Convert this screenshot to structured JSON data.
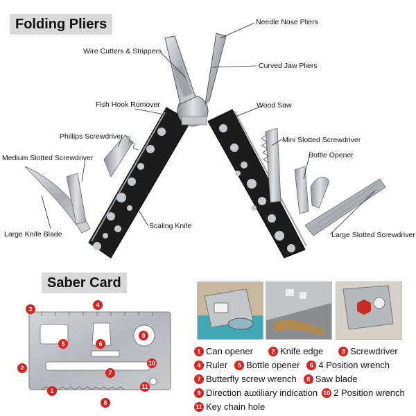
{
  "folding": {
    "title": "Folding Pliers",
    "labels": {
      "needle_nose": "Needle Nose Pliers",
      "wire_cutters": "Wire Cutters & Strippers",
      "curved_jaw": "Curved Jaw Pliers",
      "fish_hook": "Fish Hook Romover",
      "wood_saw": "Wood Saw",
      "phillips": "Phillips Screwdriver",
      "mini_slotted": "Mini Slotted Screwdriver",
      "medium_slotted": "Medium Slotted Screwdriver",
      "bottle_opener": "Bottle Opener",
      "large_knife": "Large Knife Blade",
      "scaling_knife": "Scaling Knife",
      "large_slotted": "Large Slotted Screwdriver"
    }
  },
  "saber": {
    "title": "Saber Card",
    "card_numbers": [
      "1",
      "2",
      "3",
      "4",
      "5",
      "6",
      "7",
      "8",
      "9",
      "10",
      "11"
    ],
    "legend": [
      {
        "num": "1",
        "label": "Can opener"
      },
      {
        "num": "2",
        "label": "Knife edge"
      },
      {
        "num": "3",
        "label": "Screwdriver"
      },
      {
        "num": "4",
        "label": "Ruler"
      },
      {
        "num": "5",
        "label": "Bottle opener"
      },
      {
        "num": "6",
        "label": "4 Position wrench"
      },
      {
        "num": "7",
        "label": "Butterfly screw wrench"
      },
      {
        "num": "8",
        "label": "Saw blade"
      },
      {
        "num": "9",
        "label": "Direction auxiliary indication"
      },
      {
        "num": "10",
        "label": "2 Position wrench"
      },
      {
        "num": "11",
        "label": "Key chain hole"
      }
    ]
  },
  "colors": {
    "badge": "#d8231f",
    "title_bg": "#d9d9d9",
    "handle": "#1c1c1c",
    "steel": "#b9bcc0"
  }
}
